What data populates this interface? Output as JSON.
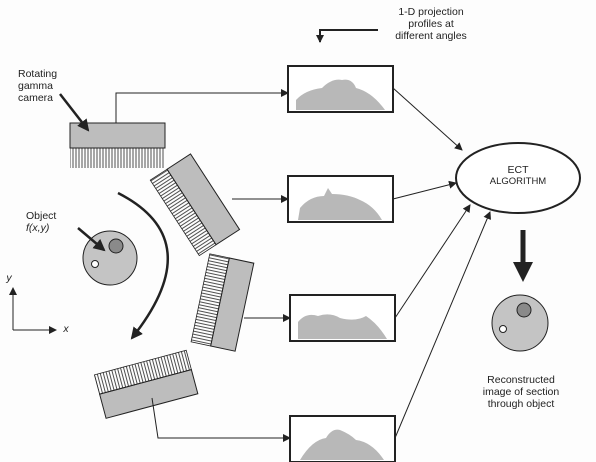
{
  "labels": {
    "projection_note_line1": "1-D projection",
    "projection_note_line2": "profiles at",
    "projection_note_line3": "different angles",
    "camera_line1": "Rotating",
    "camera_line2": "gamma",
    "camera_line3": "camera",
    "object_line1": "Object",
    "object_line2": "f(x,y)",
    "axis_y": "y",
    "axis_x": "x",
    "ect_line1": "ECT",
    "ect_line2": "ALGORITHM",
    "recon_line1": "Reconstructed",
    "recon_line2": "image of section",
    "recon_line3": "through object"
  },
  "colors": {
    "ink": "#222222",
    "detector_fill": "#bdbdbd",
    "object_fill": "#c4c4c4",
    "hot_spot": "#8a8a8a",
    "profile_fill": "#b8b8b8"
  }
}
